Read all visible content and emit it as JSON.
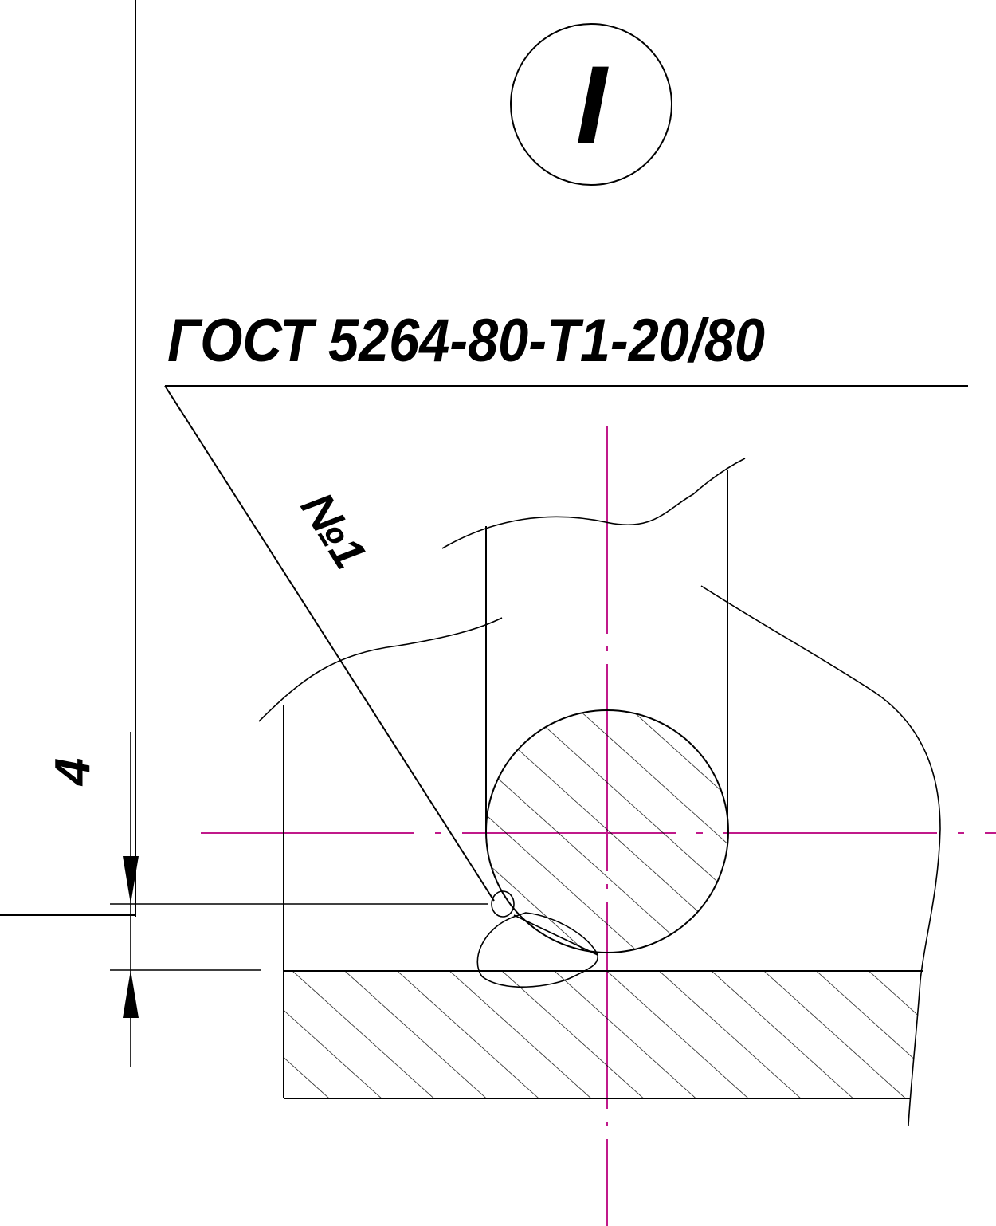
{
  "drawing": {
    "detail_marker": "I",
    "weld_symbol": "ГОСТ 5264-80-Т1-20/80",
    "seam_number": "№1",
    "dimension_value": "4"
  },
  "colors": {
    "line": "#000000",
    "centerline": "#c0198a",
    "background": "#ffffff"
  }
}
